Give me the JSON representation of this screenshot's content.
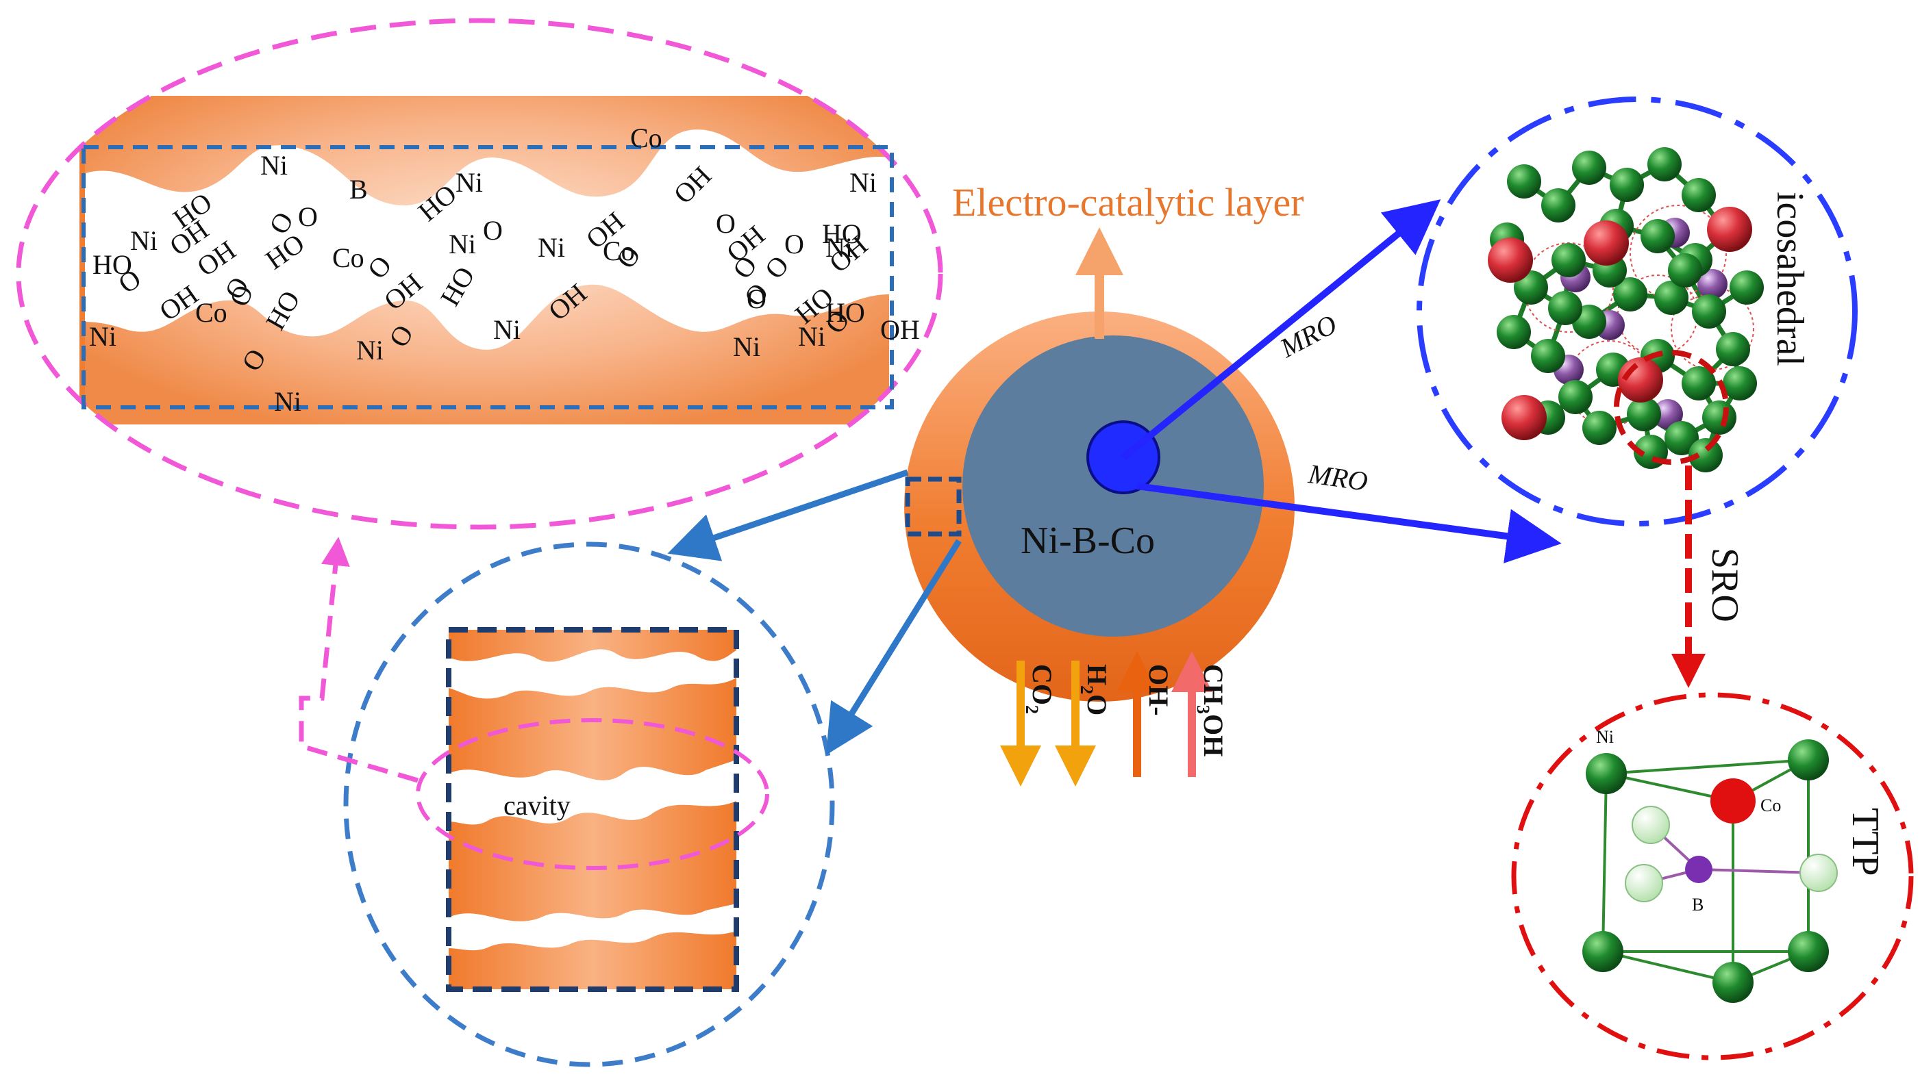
{
  "labels": {
    "electro_catalytic_layer": "Electro-catalytic layer",
    "core": "Ni-B-Co",
    "mro_upper": "MRO",
    "mro_lower": "MRO",
    "sro": "SRO",
    "icosahedral": "icosahedral",
    "ttp": "TTP",
    "cavity": "cavity",
    "ttp_ni": "Ni",
    "ttp_co": "Co",
    "ttp_b": "B"
  },
  "flows": [
    {
      "id": "co2",
      "main": "CO",
      "sub": "2",
      "after": "",
      "direction": "out",
      "color": "#f2a20c"
    },
    {
      "id": "h2o",
      "main": "H",
      "sub": "2",
      "after": "O",
      "direction": "out",
      "color": "#f2a20c"
    },
    {
      "id": "oh",
      "main": "OH-",
      "sub": "",
      "after": "",
      "direction": "in",
      "color": "#e8620f"
    },
    {
      "id": "ch3oh",
      "main": "CH",
      "sub": "3",
      "after": "OH",
      "direction": "in",
      "color": "#f26a6a"
    }
  ],
  "chemistry": [
    "Ni",
    "B",
    "Ni",
    "Co",
    "Ni",
    "Ni",
    "HO",
    "O",
    "O",
    "Ni",
    "O",
    "OH",
    "HO",
    "O",
    "OH",
    "OH",
    "OH",
    "O",
    "HO",
    "Co",
    "O",
    "O",
    "HO",
    "Ni",
    "OH",
    "O",
    "OH",
    "O",
    "O",
    "OH",
    "Ni",
    "O",
    "HO",
    "Co",
    "O",
    "O",
    "HO",
    "Ni",
    "Ni",
    "OH",
    "HO",
    "O",
    "Ni",
    "OH",
    "HO",
    "O",
    "OH",
    "Ni",
    "Co",
    "O",
    "Ni",
    "HO",
    "O",
    "Ni"
  ],
  "colors": {
    "shell_orange": "#f07d30",
    "core_slate": "#5c7d9e",
    "center_blue": "#1f2bff",
    "magenta_dash": "#f058d8",
    "blue_dash": "#3d7cc9",
    "bright_blue_dash": "#2a3dff",
    "red_dash": "#e01010",
    "atom_green": "#1f8a2e",
    "atom_red": "#d9303a",
    "atom_purple": "#8e5aa8"
  }
}
